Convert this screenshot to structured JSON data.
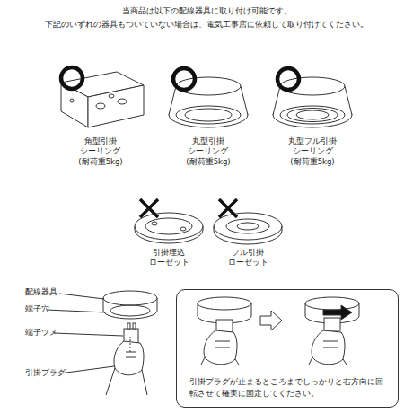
{
  "diagram": {
    "nodes": [
      {
        "text": [
          "引掛プラグが止まるところまでしっかりと右方向に回転させて確実に固定してください。"
        ]
      }
    ],
    "labels": [
      "当商品は以下の配線器具に取り付け可能です。",
      "下記のいずれの器具もついていない場合は、電気工事店に依頼して取り付けてください。",
      "角型引掛 シーリング (耐荷重5kg)",
      "丸型引掛 シーリング (耐荷重5kg)",
      "丸型フル引掛 シーリング (耐荷重5kg)",
      "引掛埋込 ローゼット",
      "フル引掛 ローゼット",
      "配線器具",
      "端子穴",
      "端子ツメ",
      "引掛プラグ"
    ]
  }
}
